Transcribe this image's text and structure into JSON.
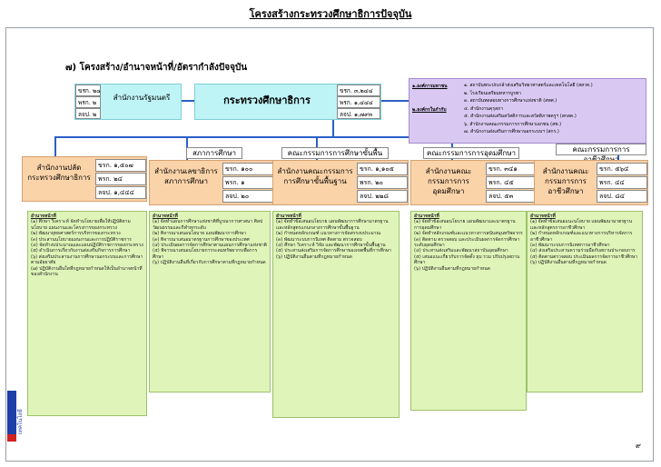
{
  "title": "โครงสร้างกระทรวงศึกษาธิการปัจจุบัน",
  "subtitle": "๗) โครงสร้าง/อำนาจหน้าที่/อัตรากำลังปัจจุบัน",
  "ministry": {
    "name": "กระทรวงศึกษาธิการ",
    "stats": [
      "ขรก. ๓,๒๔๔",
      "พรก. ๑,๔๔๔",
      "ลจป. ๑,๗๙๓"
    ]
  },
  "minister_office": {
    "name": "สำนักงานรัฐมนตรี",
    "stats": [
      "ขรก. ๒๔",
      "พรก. ๒",
      "ลจป. ๒"
    ]
  },
  "units": {
    "items": [
      "๑. สถาบันพระปกเกล้าส่งเสริมวิทยาศาสตร์และเทคโนโลยี (สสวท.)",
      "๒. โรงเรียนเตรียมทหารบูรพา",
      "๓. สถาบันทดสอบทางการศึกษาแห่งชาติ (สทศ.)",
      "๔. สำนักงานคุรุสภา",
      "๕. สำนักงานส่งเสริมสวัสดิการและสวัสดิภาพครูฯ (สกสค.)",
      "๖. สำนักงานคณะกรรมการการศึกษาเอกชน (สช.)",
      "๗. สำนักงานส่งเสริมการศึกษานอกระบบฯ (สกร.)"
    ],
    "group1": "๑.องค์การมหาชน",
    "group2": "๒.องค์กรในกำกับ"
  },
  "boards": [
    "สภาการศึกษา",
    "คณะกรรมการการศึกษาขั้นพื้นฐาน",
    "คณะกรรมการการอุดมศึกษา",
    "คณะกรรมการการอาชีวศึกษา"
  ],
  "offices": [
    {
      "name": "สำนักงานปลัดกระทรวงศึกษาธิการ",
      "stats": [
        "ขรก. ๑,๕๐๗",
        "พรก. ๒๔",
        "ลจป. ๑,๔๔๔"
      ]
    },
    {
      "name": "สำนักงานเลขาธิการสภาการศึกษา",
      "stats": [
        "ขรก. ๑๐๐",
        "พรก. ๑",
        "ลจป. ๒๐"
      ]
    },
    {
      "name": "สำนักงานคณะกรรมการการศึกษาขั้นพื้นฐาน",
      "stats": [
        "ขรก. ๑,๑๐๕",
        "พรก. ๒๐",
        "ลจป. ๒๒๘"
      ]
    },
    {
      "name": "สำนักงานคณะกรรมการการอุดมศึกษา",
      "stats": [
        "ขรก. ๓๔๑",
        "พรก. ๔๕",
        "ลจป. ๕๓"
      ]
    },
    {
      "name": "สำนักงานคณะกรรมการการอาชีวศึกษา",
      "stats": [
        "ขรก. ๕๖๔",
        "พรก. ๔๔",
        "ลจป. ๘๔"
      ]
    }
  ],
  "duties": [
    {
      "head": "อำนาจหน้าที่",
      "body": "(๑) ศึกษา วิเคราะห์ จัดทำนโยบายเพื่อให้ปฏิบัติตามนโยบาย แผนงานและโครงการของกระทรวง\n(๒) พัฒนายุทธศาสตร์การบริหารของกระทรวง\n(๓) ประสานนโยบายแผนงานและการปฏิบัติราชการ\n(๔) จัดทำงบประมาณและแผนปฏิบัติราชการของกระทรวง\n(๕) ดำเนินการเกี่ยวกับงานส่งเสริมกิจการการศึกษา\n(๖) ส่งเสริมประสานงานการศึกษานอกระบบและการศึกษาตามอัธยาศัย\n(๗) ปฏิบัติงานอื่นใดที่กฎหมายกำหนดให้เป็นอำนาจหน้าที่ของสำนักงาน"
    },
    {
      "head": "อำนาจหน้าที่",
      "body": "(๑) จัดทำแผนการศึกษาแห่งชาติที่บูรณาการศาสนา ศิลปวัฒนธรรมและกีฬาทุกระดับ\n(๒) พิจารณาเสนอนโยบาย แผนพัฒนาการศึกษา\n(๓) พิจารณาเสนอมาตรฐานการศึกษาของประเทศ\n(๔) ประเมินผลการจัดการศึกษาตามแผนการศึกษาแห่งชาติ\n(๕) พิจารณาเสนอนโยบายการระดมทรัพยากรเพื่อการศึกษา\n(๖) ปฏิบัติงานอื่นที่เกี่ยวกับการศึกษาตามที่กฎหมายกำหนด"
    },
    {
      "head": "อำนาจหน้าที่",
      "body": "(๑) จัดทำข้อเสนอนโยบาย แผนพัฒนาการศึกษามาตรฐานและหลักสูตรแกนกลางการศึกษาขั้นพื้นฐาน\n(๒) กำหนดหลักเกณฑ์ แนวทางการจัดสรรงบประมาณ\n(๓) พัฒนาระบบการนิเทศ ติดตาม ตรวจสอบ\n(๔) ศึกษา วิเคราะห์ วิจัย และพัฒนาการศึกษาขั้นพื้นฐาน\n(๕) ประสานส่งเสริมการจัดการศึกษาของเขตพื้นที่การศึกษา\n(๖) ปฏิบัติงานอื่นตามที่กฎหมายกำหนด"
    },
    {
      "head": "อำนาจหน้าที่",
      "body": "(๑) จัดทำข้อเสนอนโยบาย แผนพัฒนาและมาตรฐานการอุดมศึกษา\n(๒) จัดทำหลักเกณฑ์และแนวทางการสนับสนุนทรัพยากร\n(๓) ติดตาม ตรวจสอบ และประเมินผลการจัดการศึกษาระดับอุดมศึกษา\n(๔) ประสานส่งเสริมและพัฒนาสถาบันอุดมศึกษา\n(๕) เสนอแนะเกี่ยวกับการจัดตั้ง ยุบ รวม ปรับปรุงสถานศึกษา\n(๖) ปฏิบัติงานอื่นตามที่กฎหมายกำหนด"
    },
    {
      "head": "อำนาจหน้าที่",
      "body": "(๑) จัดทำข้อเสนอแนะนโยบาย แผนพัฒนามาตรฐานและหลักสูตรการอาชีวศึกษา\n(๒) กำหนดหลักเกณฑ์และแนวทางการบริหารจัดการอาชีวศึกษา\n(๓) พัฒนาระบบการนิเทศการอาชีวศึกษา\n(๔) ส่งเสริมประสานความร่วมมือกับสถานประกอบการ\n(๕) ติดตามตรวจสอบ ประเมินผลการจัดการอาชีวศึกษา\n(๖) ปฏิบัติงานอื่นตามที่กฎหมายกำหนด"
    }
  ],
  "side_text": "เทคโนโลยี",
  "page_number": "๙",
  "colors": {
    "connector": "#2a60c8",
    "ministry": "#bff4f6",
    "office": "#fbd3a9",
    "duty": "#dff4b8",
    "units": "#d9c9f2"
  }
}
